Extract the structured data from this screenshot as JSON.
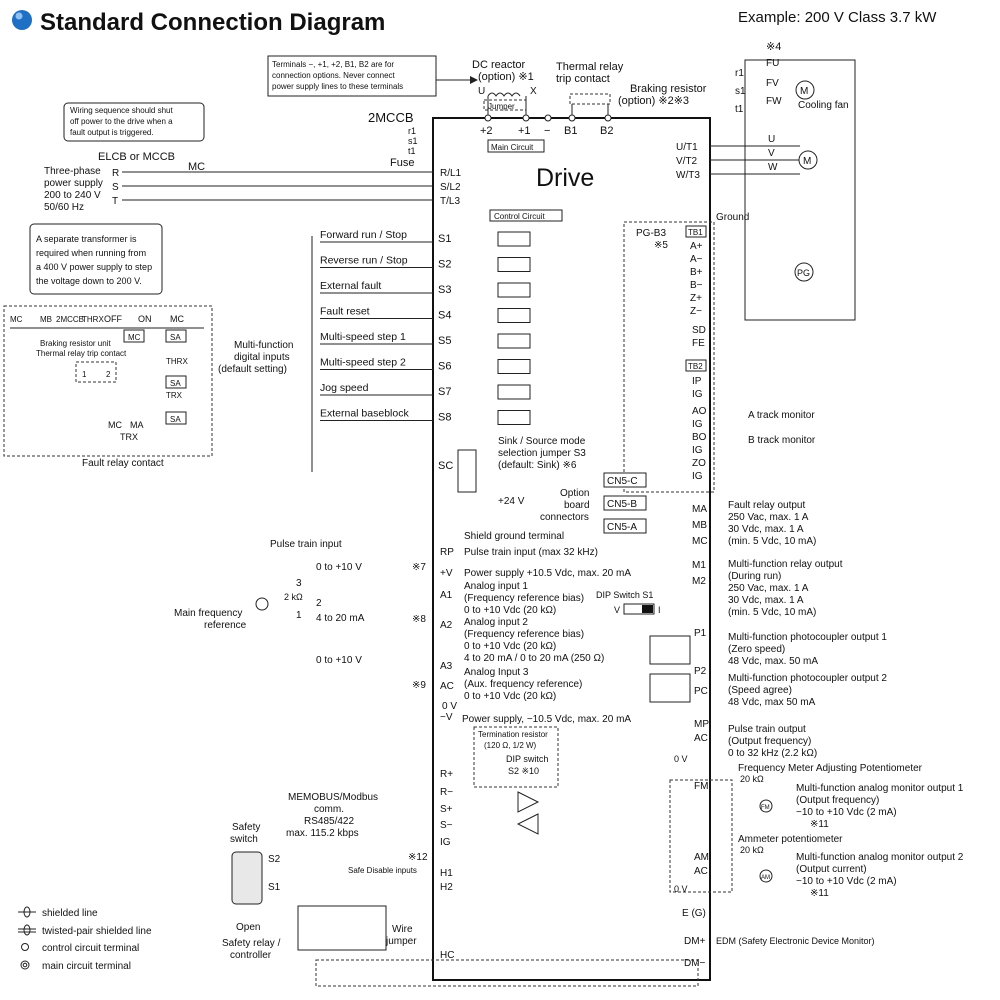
{
  "header": {
    "title": "Standard Connection Diagram",
    "example": "Example: 200 V Class 3.7 kW",
    "title_dot_color": "#1f6fc4"
  },
  "notes": {
    "terminal_note": [
      "Terminals −, +1, +2, B1, B2 are for",
      "connection options. Never connect",
      "power supply lines to these terminals"
    ],
    "wiring_note": [
      "Wiring sequence should shut",
      "off power to the drive when a",
      "fault output is triggered."
    ],
    "transformer_note": [
      "A separate transformer is",
      "required when running from",
      "a 400 V power supply to step",
      "the voltage down to 200 V."
    ]
  },
  "power": {
    "elcb": "ELCB or MCCB",
    "mc": "MC",
    "supply": [
      "Three-phase",
      "power supply",
      "200 to 240 V",
      "50/60 Hz"
    ],
    "phases": [
      "R",
      "S",
      "T"
    ],
    "mccb2": "2MCCB",
    "r1s1t1": [
      "r1",
      "s1",
      "t1"
    ],
    "fuse": "Fuse",
    "main_inputs": [
      "R/L1",
      "S/L2",
      "T/L3"
    ]
  },
  "top": {
    "dc_reactor": [
      "DC reactor",
      "(option) ※1"
    ],
    "u": "U",
    "x": "X",
    "jumper": "Jumper",
    "thermal_relay": [
      "Thermal relay",
      "trip contact"
    ],
    "braking_resistor": [
      "Braking resistor",
      "(option)  ※2※3"
    ],
    "dc_terminals": [
      "+2",
      "+1",
      "−",
      "B1",
      "B2"
    ],
    "main_circuit": "Main Circuit"
  },
  "drive": {
    "title": "Drive",
    "control_circuit": "Control Circuit"
  },
  "fan": {
    "note4": "※4",
    "labels": [
      "FU",
      "FV",
      "FW"
    ],
    "inputs": [
      "r1",
      "s1",
      "t1"
    ],
    "motor": "M",
    "cooling_fan": "Cooling fan"
  },
  "output": {
    "terminals": [
      "U/T1",
      "V/T2",
      "W/T3"
    ],
    "motor_phases": [
      "U",
      "V",
      "W"
    ],
    "motor": "M",
    "ground": "Ground"
  },
  "pg": {
    "name": "PG-B3",
    "note5": "※5",
    "tb1": "TB1",
    "tb1_terms": [
      "A+",
      "A−",
      "B+",
      "B−",
      "Z+",
      "Z−",
      "SD",
      "FE"
    ],
    "tb2": "TB2",
    "tb2_terms": [
      "IP",
      "IG",
      "AO",
      "IG",
      "BO",
      "IG",
      "ZO",
      "IG"
    ],
    "pg_label": "PG",
    "a_track": "A track monitor",
    "b_track": "B track monitor"
  },
  "inputs": {
    "group_label": [
      "Multi-function",
      "digital inputs",
      "(default setting)"
    ],
    "items": [
      {
        "label": "Forward run / Stop",
        "terminal": "S1"
      },
      {
        "label": "Reverse run / Stop",
        "terminal": "S2"
      },
      {
        "label": "External fault",
        "terminal": "S3"
      },
      {
        "label": "Fault reset",
        "terminal": "S4"
      },
      {
        "label": "Multi-speed step 1",
        "terminal": "S5"
      },
      {
        "label": "Multi-speed step 2",
        "terminal": "S6"
      },
      {
        "label": "Jog speed",
        "terminal": "S7"
      },
      {
        "label": "External baseblock",
        "terminal": "S8"
      }
    ],
    "sc": "SC",
    "sink_source": [
      "Sink / Source mode",
      "selection jumper S3",
      "(default: Sink)  ※6"
    ],
    "v24": "+24 V"
  },
  "option_board": {
    "label": [
      "Option",
      "board",
      "connectors"
    ],
    "connectors": [
      "CN5-C",
      "CN5-B",
      "CN5-A"
    ]
  },
  "relay_outputs": {
    "fault_terms": [
      "MA",
      "MB",
      "MC"
    ],
    "fault_text": [
      "Fault relay output",
      "250 Vac, max. 1 A",
      "30 Vdc, max. 1 A",
      "(min. 5 Vdc, 10 mA)"
    ],
    "mf_terms": [
      "M1",
      "M2"
    ],
    "mf_text": [
      "Multi-function relay output",
      "(During run)",
      "250 Vac, max. 1 A",
      "30 Vdc, max. 1 A",
      "(min. 5 Vdc, 10 mA)"
    ]
  },
  "analog": {
    "shield": "Shield ground terminal",
    "pulse_train_input": "Pulse train input",
    "rp": "RP",
    "rp_text": "Pulse train input (max 32 kHz)",
    "v_plus": "+V",
    "v_plus_text": "Power supply +10.5 Vdc, max. 20 mA",
    "note7": "※7",
    "v0_10": "0 to +10 V",
    "main_freq": [
      "Main frequency",
      "reference"
    ],
    "pot": [
      "3",
      "2 kΩ",
      "2",
      "1"
    ],
    "a1": "A1",
    "a1_text": [
      "Analog input 1",
      "(Frequency reference bias)",
      "0 to +10 Vdc (20 kΩ)"
    ],
    "ma4_20": "4 to 20 mA",
    "note8": "※8",
    "a2": "A2",
    "a2_text": [
      "Analog input 2",
      "(Frequency reference bias)",
      "0 to +10 Vdc  (20 kΩ)",
      "4 to 20 mA / 0 to 20 mA (250 Ω)"
    ],
    "v0_10b": "0 to +10 V",
    "a3": "A3",
    "a3_text": [
      "Analog Input 3",
      "(Aux. frequency reference)",
      "0 to +10 Vdc (20 kΩ)"
    ],
    "note9": "※9",
    "ac": "AC",
    "zero_v": "0 V",
    "minus_v": "−V",
    "minus_v_text": "Power supply, −10.5 Vdc, max. 20 mA",
    "dip_s1": "DIP Switch S1",
    "dip_v": "V",
    "dip_i": "I"
  },
  "photocoupler": {
    "p1_terms": [
      "P1",
      "P2"
    ],
    "p1_text": [
      "Multi-function photocoupler output 1",
      "(Zero speed)",
      "48 Vdc, max. 50 mA"
    ],
    "p2_terms": [
      "P2",
      "PC"
    ],
    "p2_text": [
      "Multi-function photocoupler output 2",
      "(Speed agree)",
      "48 Vdc, max 50 mA"
    ]
  },
  "pulse_out": {
    "terms": [
      "MP",
      "AC"
    ],
    "zero_v": "0 V",
    "text": [
      "Pulse train output",
      "(Output frequency)",
      "0 to 32 kHz (2.2 kΩ)"
    ]
  },
  "comm": {
    "termination": [
      "Termination resistor",
      "(120 Ω, 1/2 W)"
    ],
    "dip_s2": [
      "DIP switch",
      "S2  ※10"
    ],
    "terms": [
      "R+",
      "R−",
      "S+",
      "S−",
      "IG"
    ],
    "label": [
      "MEMOBUS/Modbus",
      "comm.",
      "RS485/422",
      "max. 115.2 kbps"
    ]
  },
  "monitors": {
    "freq_pot": "Frequency Meter Adjusting Potentiometer",
    "fm": "FM",
    "r20k": "20 kΩ",
    "fm_text": [
      "Multi-function analog monitor output 1",
      "(Output frequency)",
      "−10 to +10 Vdc (2 mA)",
      "※11"
    ],
    "amm_pot": "Ammeter potentiometer",
    "am": "AM",
    "r20kb": "20 kΩ",
    "ac": "AC",
    "zero_v": "0 V",
    "am_text": [
      "Multi-function analog monitor output 2",
      "(Output current)",
      "−10 to +10 Vdc (2 mA)",
      "※11"
    ],
    "fm_meter": "FM",
    "am_meter": "AM"
  },
  "safety": {
    "safety_switch": [
      "Safety",
      "switch"
    ],
    "s2": "S2",
    "s1": "S1",
    "open": "Open",
    "relay": [
      "Safety relay /",
      "controller"
    ],
    "note12": "※12",
    "safe_disable": "Safe Disable inputs",
    "h1": "H1",
    "h2": "H2",
    "hc": "HC",
    "wire_jumper": [
      "Wire",
      "jumper"
    ],
    "eg": "E (G)",
    "dm_plus": "DM+",
    "dm_minus": "DM−",
    "edm": "EDM (Safety Electronic Device Monitor)"
  },
  "sequence": {
    "top": [
      "MC",
      "MB",
      "2MCCB",
      "THRX",
      "OFF",
      "ON",
      "MC"
    ],
    "mc_box": "MC",
    "sa": "SA",
    "braking_unit": [
      "Braking resistor unit",
      "Thermal relay trip contact"
    ],
    "thrx": "THRX",
    "trx": "TRX",
    "bottom": [
      "MC",
      "MA",
      "TRX"
    ],
    "contacts": [
      "1",
      "2"
    ],
    "fault_relay": "Fault relay contact"
  },
  "legend": [
    {
      "icon": "shielded-line-icon",
      "label": "shielded line"
    },
    {
      "icon": "twisted-pair-icon",
      "label": "twisted-pair shielded line"
    },
    {
      "icon": "control-terminal-icon",
      "label": "control circuit terminal"
    },
    {
      "icon": "main-terminal-icon",
      "label": "main circuit terminal"
    }
  ]
}
